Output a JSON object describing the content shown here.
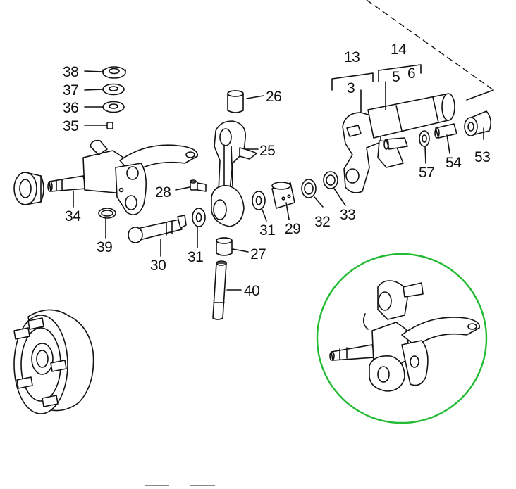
{
  "diagram": {
    "labels": {
      "p3": "3",
      "p5": "5",
      "p6": "6",
      "p13": "13",
      "p14": "14",
      "p25": "25",
      "p26": "26",
      "p27": "27",
      "p28": "28",
      "p29": "29",
      "p30": "30",
      "p31a": "31",
      "p31b": "31",
      "p32": "32",
      "p33": "33",
      "p34": "34",
      "p35": "35",
      "p36": "36",
      "p37": "37",
      "p38": "38",
      "p39": "39",
      "p40": "40",
      "p53": "53",
      "p54": "54",
      "p57": "57"
    },
    "highlight_color": "#22bb33"
  }
}
